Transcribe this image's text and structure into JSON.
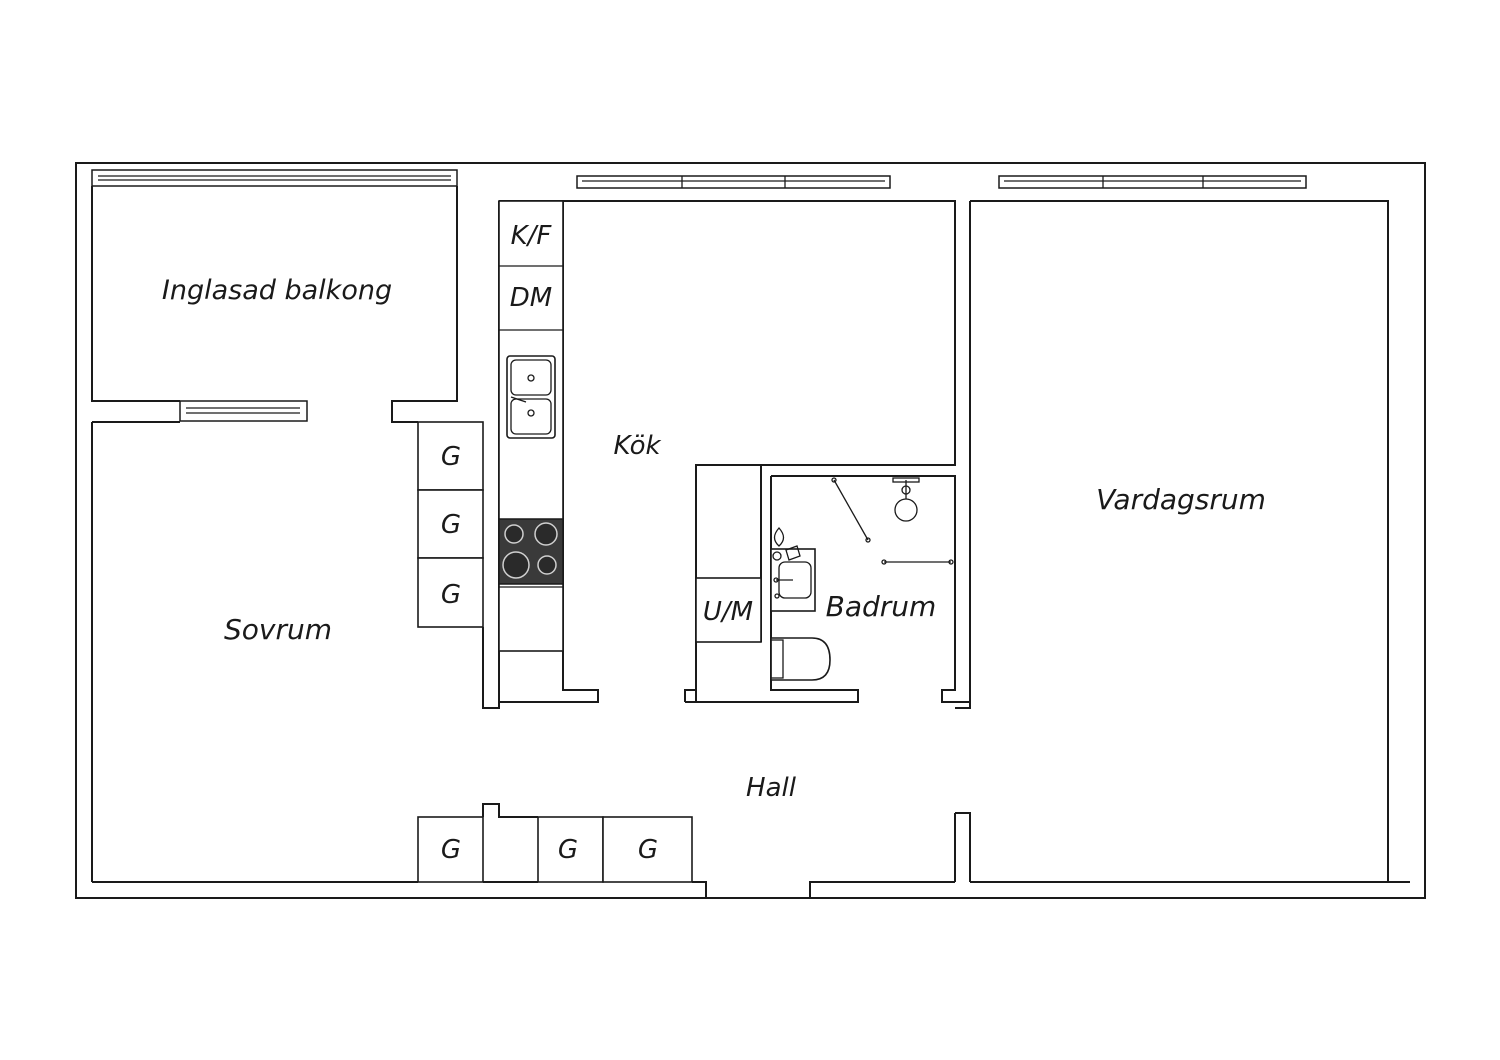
{
  "rooms": {
    "balcony": "Inglasad balkong",
    "kitchen": "Kök",
    "bedroom": "Sovrum",
    "bathroom": "Badrum",
    "living_room": "Vardagsrum",
    "hall": "Hall"
  },
  "fixtures": {
    "fridge_freezer": "K/F",
    "dishwasher": "DM",
    "washer_dryer": "U/M",
    "wardrobe": "G"
  }
}
